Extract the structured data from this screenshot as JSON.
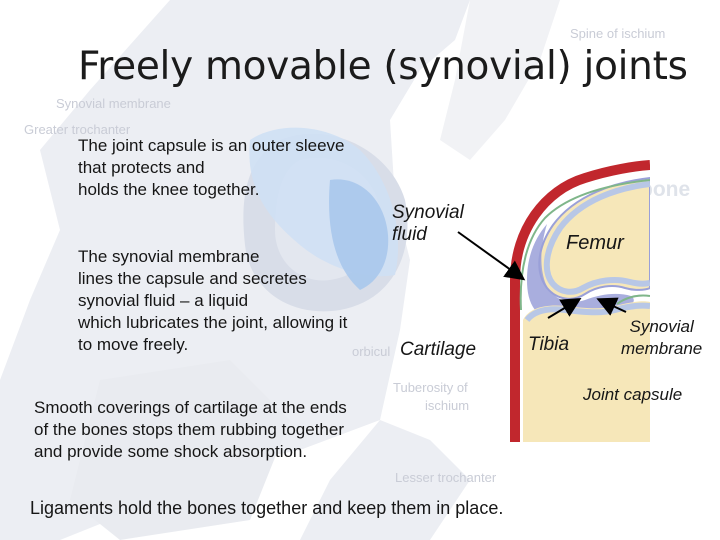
{
  "slide": {
    "title": "Freely movable (synovial) joints",
    "paragraphs": {
      "capsule": "The joint capsule is an outer sleeve\nthat protects and\nholds the knee together.",
      "membrane": "The synovial membrane\nlines the capsule and secretes\nsynovial fluid – a liquid\nwhich lubricates the joint, allowing it\nto move freely.",
      "cartilage": "Smooth coverings of cartilage at the ends\nof the bones stops them rubbing together\nand provide some shock absorption.",
      "ligaments": "Ligaments hold the bones together and keep them in place."
    },
    "labels": {
      "synovial_fluid": "Synovial\nfluid",
      "femur": "Femur",
      "cartilage": "Cartilage",
      "tibia": "Tibia",
      "synovial_membrane": "Synovial\nmembrane",
      "joint_capsule": "Joint capsule"
    }
  },
  "background": {
    "labels": {
      "spine": "Spine of ischium",
      "membrane": "Synovial membrane",
      "trochanter": "Greater trochanter",
      "bone": "bone",
      "orbicular": "orbicul",
      "tuberosity": "Tuberosity of",
      "ischium": "ischium",
      "lesser": "Lesser trochanter"
    }
  },
  "colors": {
    "bone_fill": "#f6e7b9",
    "capsule_red": "#c1272d",
    "cartilage_blue": "#b8c7e6",
    "fluid_purple": "#9aa0d8",
    "faded_blue": "#9fc3e8"
  }
}
